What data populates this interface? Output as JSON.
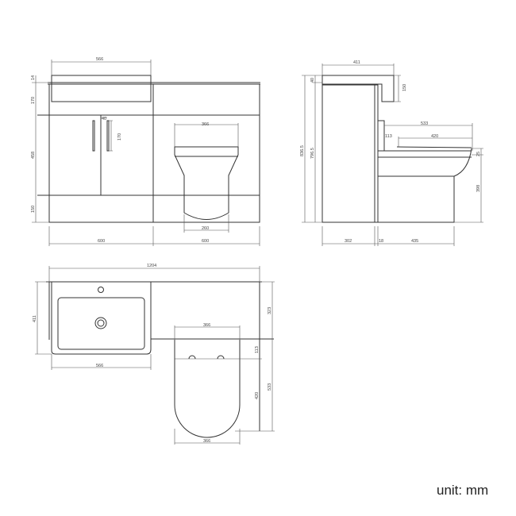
{
  "front_view": {
    "basin_width": "566",
    "worktop_thickness": "14",
    "basin_height": "170",
    "door_height": "458",
    "plinth_height": "150",
    "handle_offset": "40",
    "handle_length": "170",
    "toilet_width": "366",
    "pan_width": "260",
    "vanity_width": "600",
    "toilet_unit_width": "600"
  },
  "side_view": {
    "depth": "411",
    "worktop": "40",
    "basin_drop": "150",
    "total_height": "836.5",
    "cabinet_height": "796.5",
    "toilet_projection": "533",
    "seat_length": "420",
    "cistern_gap": "113",
    "seat_thickness": "25",
    "pan_height": "398",
    "cabinet_depth": "302",
    "panel_thickness": "18",
    "pan_depth": "435"
  },
  "top_view": {
    "total_width": "1204",
    "depth": "411",
    "basin_width": "566",
    "toilet_width_top": "366",
    "unit_depth": "323",
    "cistern_gap": "113",
    "seat_length": "420",
    "toilet_projection": "533",
    "toilet_width_bottom": "366"
  },
  "unit_label": "unit: mm"
}
